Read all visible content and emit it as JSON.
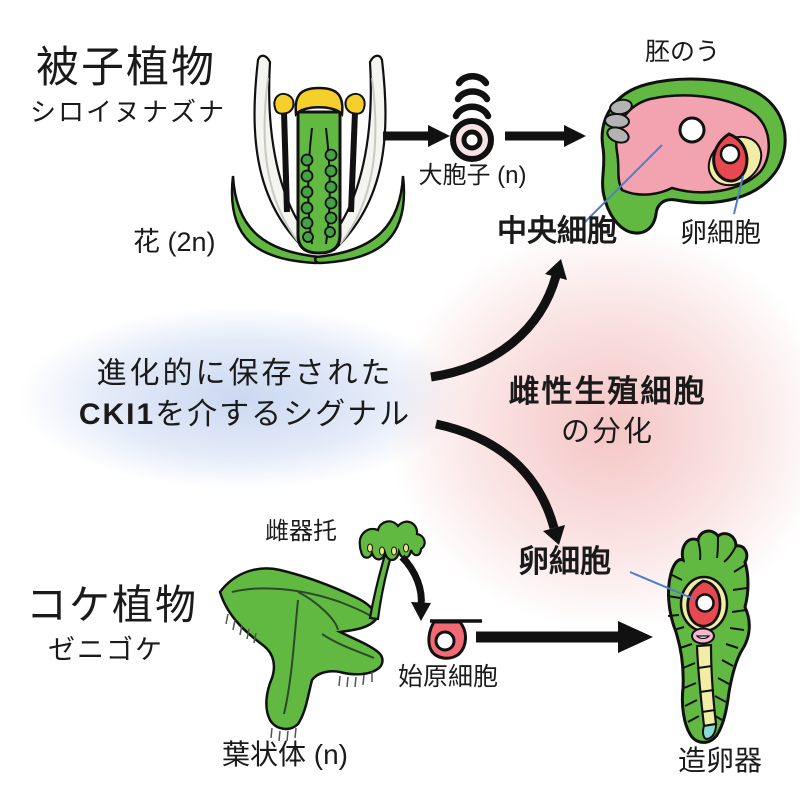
{
  "angiosperm": {
    "title": "被子植物",
    "species": "シロイヌナズナ",
    "flower_label": "花 (2n)",
    "megaspore_label": "大胞子 (n)",
    "embryo_sac_label": "胚のう",
    "central_cell_label": "中央細胞",
    "egg_cell_label": "卵細胞"
  },
  "center": {
    "signal_line1": "進化的に保存された",
    "signal_bold": "CKI1",
    "signal_rest": "を介するシグナル",
    "differentiation_line1": "雌性生殖細胞",
    "differentiation_line2": "の分化",
    "egg_cell_label": "卵細胞"
  },
  "moss": {
    "title": "コケ植物",
    "species": "ゼニゴケ",
    "receptacle_label": "雌器托",
    "progenitor_label": "始原細胞",
    "thallus_label": "葉状体 (n)",
    "archegonium_label": "造卵器"
  },
  "palette": {
    "plant_green": "#62b942",
    "ovule_green": "#45a048",
    "stigma_yellow": "#f5cf2a",
    "central_cell_pink": "#f2a3af",
    "antipodal_gray": "#b3b3b3",
    "synergid_yellow": "#f2eda5",
    "egg_red": "#e84850",
    "progenitor_pink": "#f16a74",
    "ventral_cell_pink": "#f5b8d0",
    "canal_yellow": "#f2eda5",
    "tip_cyan": "#8adbd8",
    "leader_line_blue": "#4d7fcc",
    "glow_blue": "#ccd8f0",
    "glow_pink": "#ee9e9e",
    "arrow_black": "#111111"
  }
}
